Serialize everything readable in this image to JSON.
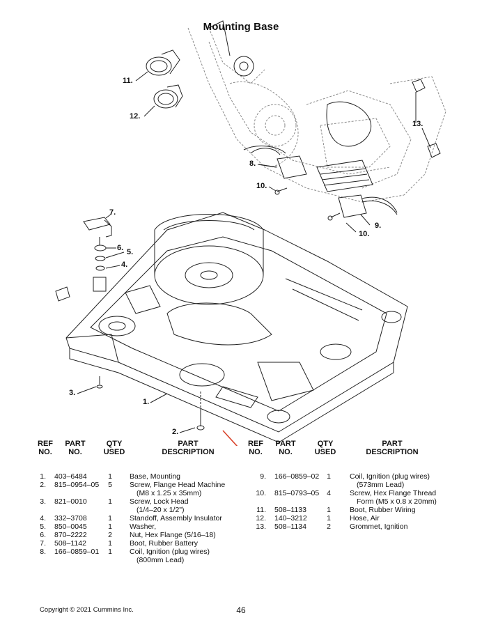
{
  "title": "Mounting Base",
  "callouts": [
    "11.",
    "12.",
    "13.",
    "8.",
    "10.",
    "9.",
    "10.",
    "7.",
    "6.",
    "5.",
    "4.",
    "3.",
    "1.",
    "2."
  ],
  "table_headers": {
    "ref": [
      "REF",
      "NO."
    ],
    "part": [
      "PART",
      "NO."
    ],
    "qty": [
      "QTY",
      "USED"
    ],
    "desc": [
      "PART",
      "DESCRIPTION"
    ]
  },
  "left_rows": [
    {
      "ref": "1.",
      "part": "403–6484",
      "qty": "1",
      "desc": [
        "Base, Mounting"
      ]
    },
    {
      "ref": "2.",
      "part": "815–0954–05",
      "qty": "5",
      "desc": [
        "Screw, Flange Head Machine",
        "(M8 x 1.25 x 35mm)"
      ]
    },
    {
      "ref": "3.",
      "part": "821–0010",
      "qty": "1",
      "desc": [
        "Screw, Lock Head",
        "(1/4–20 x 1/2\")"
      ]
    },
    {
      "ref": "4.",
      "part": "332–3708",
      "qty": "1",
      "desc": [
        "Standoff, Assembly Insulator"
      ]
    },
    {
      "ref": "5.",
      "part": "850–0045",
      "qty": "1",
      "desc": [
        "Washer,"
      ]
    },
    {
      "ref": "6.",
      "part": "870–2222",
      "qty": "2",
      "desc": [
        "Nut, Hex Flange (5/16–18)"
      ]
    },
    {
      "ref": "7.",
      "part": "508–1142",
      "qty": "1",
      "desc": [
        "Boot, Rubber Battery"
      ]
    },
    {
      "ref": "8.",
      "part": "166–0859–01",
      "qty": "1",
      "desc": [
        "Coil, Ignition (plug wires)",
        "(800mm Lead)"
      ]
    }
  ],
  "right_rows": [
    {
      "ref": "9.",
      "part": "166–0859–02",
      "qty": "1",
      "desc": [
        "Coil, Ignition (plug wires)",
        "(573mm Lead)"
      ]
    },
    {
      "ref": "10.",
      "part": "815–0793–05",
      "qty": "4",
      "desc": [
        "Screw, Hex Flange Thread",
        "Form (M5 x 0.8 x 20mm)"
      ]
    },
    {
      "ref": "11.",
      "part": "508–1133",
      "qty": "1",
      "desc": [
        "Boot, Rubber Wiring"
      ]
    },
    {
      "ref": "12.",
      "part": "140–3212",
      "qty": "1",
      "desc": [
        "Hose, Air"
      ]
    },
    {
      "ref": "13.",
      "part": "508–1134",
      "qty": "2",
      "desc": [
        "Grommet, Ignition"
      ]
    }
  ],
  "footer": {
    "copyright": "Copyright © 2021  Cummins Inc.",
    "page_number": "46"
  },
  "colors": {
    "ink": "#111111",
    "arrow": "#d9432b",
    "drawing_gray": "#8a8a8a"
  },
  "icons": [
    "arrow-pointer-icon"
  ]
}
